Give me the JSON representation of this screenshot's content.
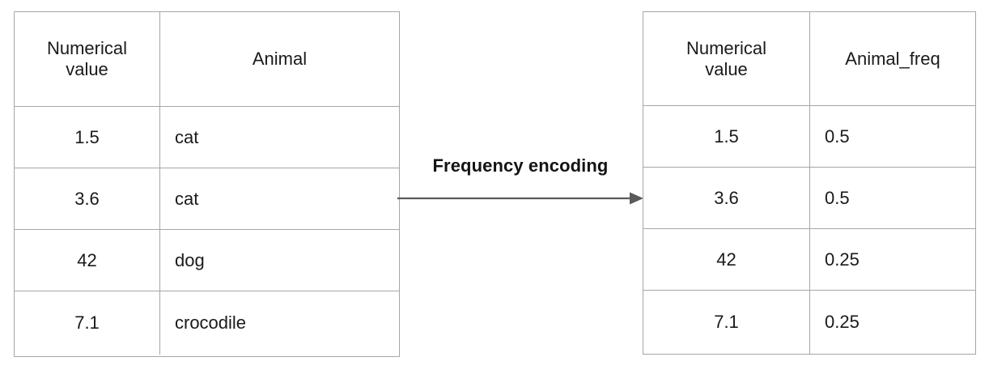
{
  "colors": {
    "border": "#a6a6a6",
    "text": "#1a1a1a",
    "arrow": "#5a5a5a",
    "background": "#ffffff"
  },
  "source_table": {
    "name": "source-table",
    "headers": [
      "Numerical\nvalue",
      "Animal"
    ],
    "rows": [
      [
        "1.5",
        "cat"
      ],
      [
        "3.6",
        "cat"
      ],
      [
        "42",
        "dog"
      ],
      [
        "7.1",
        "crocodile"
      ]
    ]
  },
  "transform": {
    "label": "Frequency encoding",
    "arrow_icon": "arrow-right-icon",
    "direction": "left-to-right"
  },
  "result_table": {
    "name": "result-table",
    "headers": [
      "Numerical\nvalue",
      "Animal_freq"
    ],
    "rows": [
      [
        "1.5",
        "0.5"
      ],
      [
        "3.6",
        "0.5"
      ],
      [
        "42",
        "0.25"
      ],
      [
        "7.1",
        "0.25"
      ]
    ]
  }
}
